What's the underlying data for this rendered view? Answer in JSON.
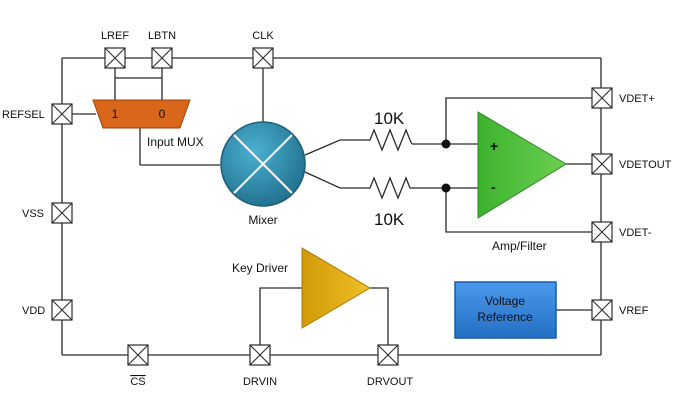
{
  "pins": {
    "lref": "LREF",
    "lbtn": "LBTN",
    "clk": "CLK",
    "refsel": "REFSEL",
    "vss": "VSS",
    "vdd": "VDD",
    "cs": "CS",
    "drvin": "DRVIN",
    "drvout": "DRVOUT",
    "vdet_plus": "VDET+",
    "vdetout": "VDETOUT",
    "vdet_minus": "VDET-",
    "vref": "VREF"
  },
  "blocks": {
    "input_mux": "Input MUX",
    "mux_in1": "1",
    "mux_in0": "0",
    "mixer": "Mixer",
    "amp_filter": "Amp/Filter",
    "amp_plus": "+",
    "amp_minus": "-",
    "key_driver": "Key Driver",
    "voltage_reference_line1": "Voltage",
    "voltage_reference_line2": "Reference"
  },
  "resistors": {
    "top": "10K",
    "bottom": "10K"
  },
  "colors": {
    "mux": "#d9671b",
    "mixer": "#2f8fb0",
    "amp": "#4cbf3a",
    "driver": "#e2ad12",
    "vref_block": "#2f80d8"
  }
}
